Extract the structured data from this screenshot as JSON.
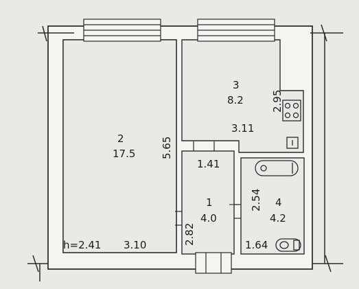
{
  "rooms": [
    {
      "number": "2",
      "area": "17.5"
    },
    {
      "number": "3",
      "area": "8.2"
    },
    {
      "number": "1",
      "area": "4.0"
    },
    {
      "number": "4",
      "area": "4.2"
    }
  ],
  "dimensions": {
    "room2_height": "5.65",
    "room2_width": "3.10",
    "ceiling_height": "h=2.41",
    "room3_width": "3.11",
    "room3_side": "2.95",
    "hall_width": "1.41",
    "hall_height": "2.82",
    "bath_height": "2.54",
    "bath_width": "1.64"
  },
  "colors": {
    "paper": "#e9e9e6",
    "wall": "#f4f4f1",
    "line": "#2a2a2a"
  }
}
